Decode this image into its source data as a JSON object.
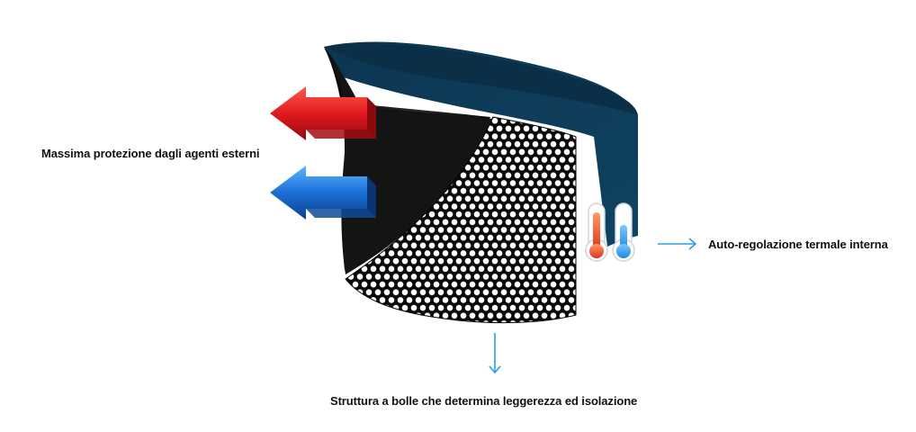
{
  "labels": {
    "external_protection": "Massima protezione dagli agenti esterni",
    "thermal_regulation": "Auto-regolazione termale interna",
    "bubble_structure": "Struttura a bolle che determina leggerezza ed isolazione"
  },
  "colors": {
    "outer_band": "#0e3b57",
    "inner_band": "#111111",
    "mesh_background": "#0a0a0a",
    "mesh_cell": "#ffffff",
    "hot_arrow": "#e01a1f",
    "cold_arrow": "#1b6fd6",
    "pointer_arrow": "#2b9fe0",
    "thermometer_hot": "#e0321c",
    "thermometer_cold": "#1f86e0"
  },
  "icons": {
    "hot_arrow": "red-arrow-left-icon",
    "cold_arrow": "blue-arrow-left-icon",
    "thermometer_hot": "red-thermometer-icon",
    "thermometer_cold": "blue-thermometer-icon",
    "pointer_right": "arrow-right-icon",
    "pointer_down": "arrow-down-icon"
  }
}
